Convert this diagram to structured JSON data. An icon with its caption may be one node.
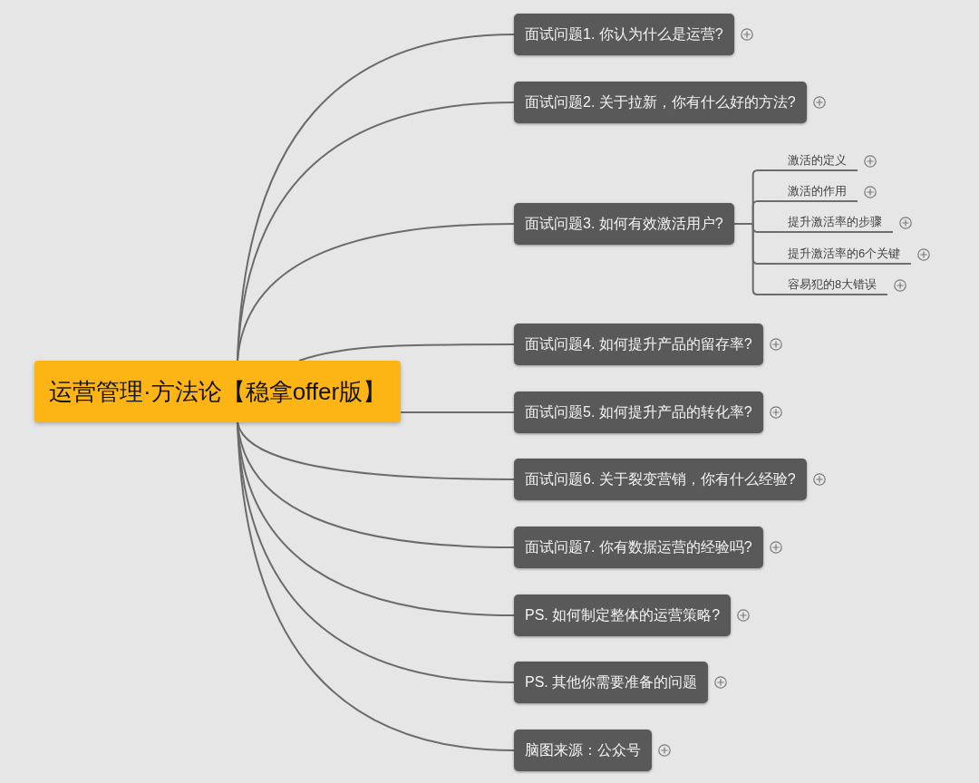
{
  "diagram": {
    "nodes": [
      {
        "text": [
          "运营管理·方法论【稳拿offer版】"
        ]
      },
      {
        "text": [
          "面试问题1. 你认为什么是运营?"
        ]
      },
      {
        "text": [
          "面试问题2. 关于拉新，你有什么好的方法?"
        ]
      },
      {
        "text": [
          "面试问题3. 如何有效激活用户?"
        ]
      },
      {
        "text": [
          "激活的定义"
        ]
      },
      {
        "text": [
          "激活的作用"
        ]
      },
      {
        "text": [
          "提升激活率的步骤"
        ]
      },
      {
        "text": [
          "提升激活率的6个关键"
        ]
      },
      {
        "text": [
          "容易犯的8大错误"
        ]
      },
      {
        "text": [
          "面试问题4. 如何提升产品的留存率?"
        ]
      },
      {
        "text": [
          "面试问题5. 如何提升产品的转化率?"
        ]
      },
      {
        "text": [
          "面试问题6. 关于裂变营销，你有什么经验?"
        ]
      },
      {
        "text": [
          "面试问题7. 你有数据运营的经验吗?"
        ]
      },
      {
        "text": [
          "PS. 如何制定整体的运营策略?"
        ]
      },
      {
        "text": [
          "PS. 其他你需要准备的问题"
        ]
      },
      {
        "text": [
          "脑图来源：公众号"
        ]
      }
    ],
    "edges": [
      {
        "from": 0,
        "to": 1,
        "arrow": "none"
      },
      {
        "from": 0,
        "to": 2,
        "arrow": "none"
      },
      {
        "from": 0,
        "to": 3,
        "arrow": "none"
      },
      {
        "from": 3,
        "to": 4,
        "arrow": "none"
      },
      {
        "from": 3,
        "to": 5,
        "arrow": "none"
      },
      {
        "from": 3,
        "to": 6,
        "arrow": "none"
      },
      {
        "from": 3,
        "to": 7,
        "arrow": "none"
      },
      {
        "from": 3,
        "to": 8,
        "arrow": "none"
      },
      {
        "from": 0,
        "to": 9,
        "arrow": "none"
      },
      {
        "from": 0,
        "to": 10,
        "arrow": "none"
      },
      {
        "from": 0,
        "to": 11,
        "arrow": "none"
      },
      {
        "from": 0,
        "to": 12,
        "arrow": "none"
      },
      {
        "from": 0,
        "to": 13,
        "arrow": "none"
      },
      {
        "from": 0,
        "to": 14,
        "arrow": "none"
      },
      {
        "from": 0,
        "to": 15,
        "arrow": "none"
      }
    ]
  }
}
